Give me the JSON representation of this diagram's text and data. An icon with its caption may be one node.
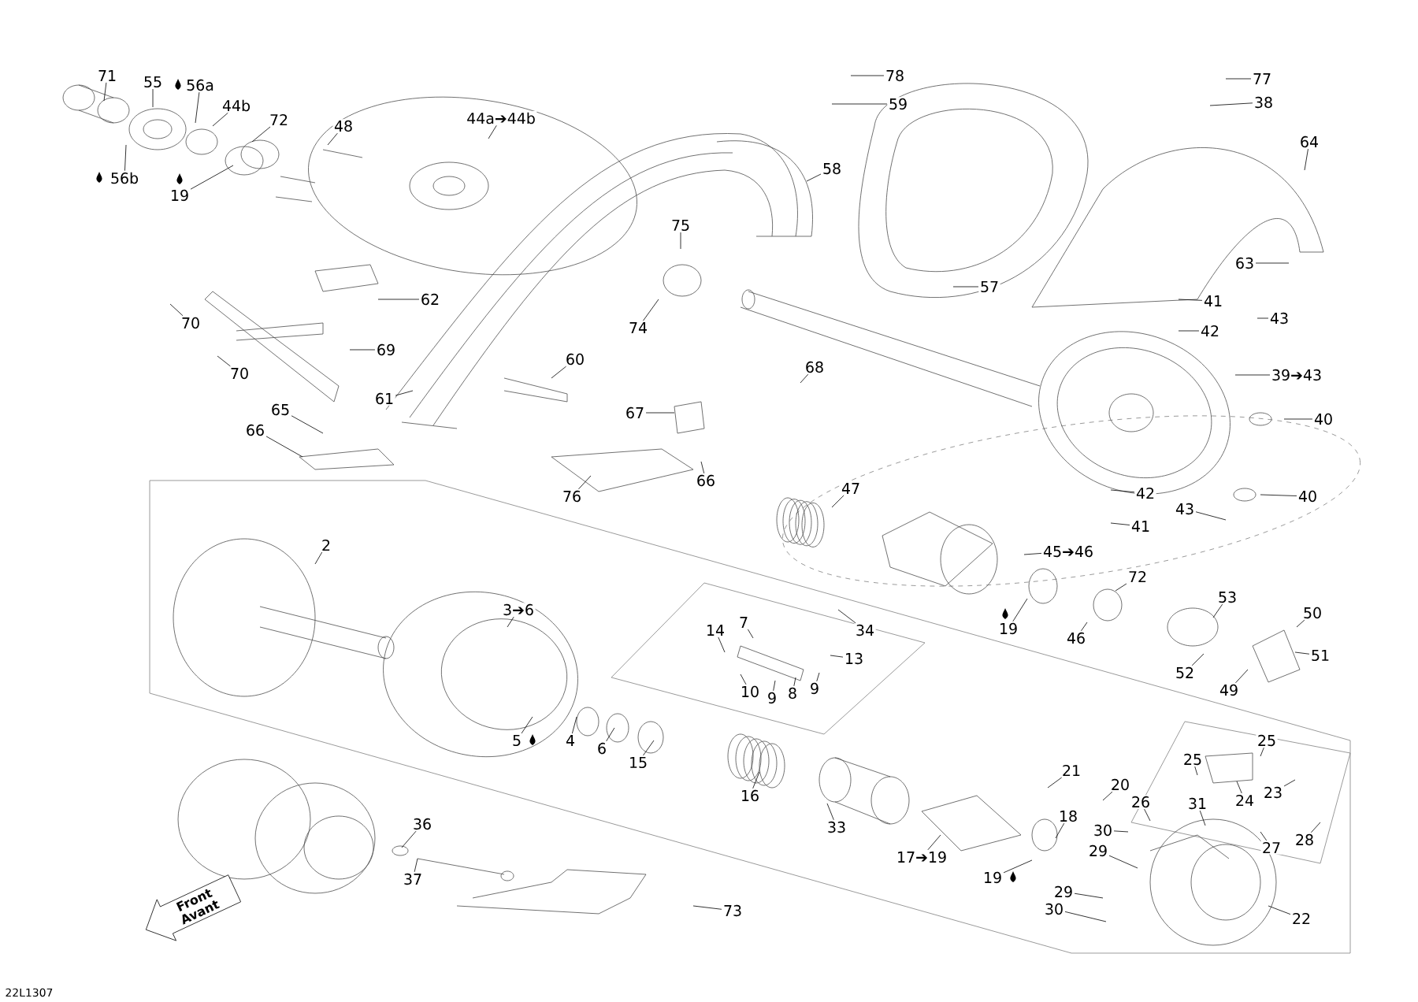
{
  "diagram": {
    "nodes": [
      {
        "text": [
          "71"
        ]
      },
      {
        "text": [
          "55"
        ]
      },
      {
        "text": [
          "56a"
        ]
      },
      {
        "text": [
          "44b"
        ]
      },
      {
        "text": [
          "72"
        ]
      },
      {
        "text": [
          "48"
        ]
      },
      {
        "text": [
          "44a➔44b"
        ]
      },
      {
        "text": [
          "78"
        ]
      },
      {
        "text": [
          "77"
        ]
      },
      {
        "text": [
          "59"
        ]
      },
      {
        "text": [
          "38"
        ]
      },
      {
        "text": [
          "64"
        ]
      },
      {
        "text": [
          "58"
        ]
      },
      {
        "text": [
          "56b"
        ]
      },
      {
        "text": [
          "19"
        ]
      },
      {
        "text": [
          "75"
        ]
      },
      {
        "text": [
          "63"
        ]
      },
      {
        "text": [
          "57"
        ]
      },
      {
        "text": [
          "62"
        ]
      },
      {
        "text": [
          "41"
        ]
      },
      {
        "text": [
          "43"
        ]
      },
      {
        "text": [
          "70"
        ]
      },
      {
        "text": [
          "74"
        ]
      },
      {
        "text": [
          "42"
        ]
      },
      {
        "text": [
          "69"
        ]
      },
      {
        "text": [
          "60"
        ]
      },
      {
        "text": [
          "68"
        ]
      },
      {
        "text": [
          "70"
        ]
      },
      {
        "text": [
          "39➔43"
        ]
      },
      {
        "text": [
          "61"
        ]
      },
      {
        "text": [
          "65"
        ]
      },
      {
        "text": [
          "67"
        ]
      },
      {
        "text": [
          "40"
        ]
      },
      {
        "text": [
          "66"
        ]
      },
      {
        "text": [
          "66"
        ]
      },
      {
        "text": [
          "47"
        ]
      },
      {
        "text": [
          "40"
        ]
      },
      {
        "text": [
          "76"
        ]
      },
      {
        "text": [
          "42"
        ]
      },
      {
        "text": [
          "43"
        ]
      },
      {
        "text": [
          "41"
        ]
      },
      {
        "text": [
          "2"
        ]
      },
      {
        "text": [
          "45➔46"
        ]
      },
      {
        "text": [
          "72"
        ]
      },
      {
        "text": [
          "3➔6"
        ]
      },
      {
        "text": [
          "50"
        ]
      },
      {
        "text": [
          "53"
        ]
      },
      {
        "text": [
          "7"
        ]
      },
      {
        "text": [
          "19"
        ]
      },
      {
        "text": [
          "14"
        ]
      },
      {
        "text": [
          "34"
        ]
      },
      {
        "text": [
          "46"
        ]
      },
      {
        "text": [
          "13"
        ]
      },
      {
        "text": [
          "51"
        ]
      },
      {
        "text": [
          "52"
        ]
      },
      {
        "text": [
          "49"
        ]
      },
      {
        "text": [
          "10"
        ]
      },
      {
        "text": [
          "9"
        ]
      },
      {
        "text": [
          "8"
        ]
      },
      {
        "text": [
          "9"
        ]
      },
      {
        "text": [
          "5"
        ]
      },
      {
        "text": [
          "4"
        ]
      },
      {
        "text": [
          "6"
        ]
      },
      {
        "text": [
          "15"
        ]
      },
      {
        "text": [
          "25"
        ]
      },
      {
        "text": [
          "25"
        ]
      },
      {
        "text": [
          "21"
        ]
      },
      {
        "text": [
          "20"
        ]
      },
      {
        "text": [
          "23"
        ]
      },
      {
        "text": [
          "16"
        ]
      },
      {
        "text": [
          "24"
        ]
      },
      {
        "text": [
          "26"
        ]
      },
      {
        "text": [
          "31"
        ]
      },
      {
        "text": [
          "18"
        ]
      },
      {
        "text": [
          "36"
        ]
      },
      {
        "text": [
          "33"
        ]
      },
      {
        "text": [
          "30"
        ]
      },
      {
        "text": [
          "28"
        ]
      },
      {
        "text": [
          "29"
        ]
      },
      {
        "text": [
          "27"
        ]
      },
      {
        "text": [
          "17➔19"
        ]
      },
      {
        "text": [
          "19"
        ]
      },
      {
        "text": [
          "37"
        ]
      },
      {
        "text": [
          "29"
        ]
      },
      {
        "text": [
          "30"
        ]
      },
      {
        "text": [
          "73"
        ]
      },
      {
        "text": [
          "22"
        ]
      },
      {
        "text": [
          "Front Avant"
        ]
      }
    ],
    "edges": [
      {
        "from": 0,
        "to": null,
        "arrow": "none"
      },
      {
        "from": 1,
        "to": null,
        "arrow": "none"
      },
      {
        "from": 2,
        "to": null,
        "arrow": "none"
      },
      {
        "from": 3,
        "to": null,
        "arrow": "none"
      },
      {
        "from": 4,
        "to": null,
        "arrow": "none"
      },
      {
        "from": 5,
        "to": null,
        "arrow": "none"
      },
      {
        "from": 6,
        "to": null,
        "arrow": "none"
      },
      {
        "from": 7,
        "to": null,
        "arrow": "none"
      },
      {
        "from": 8,
        "to": null,
        "arrow": "none"
      },
      {
        "from": 9,
        "to": null,
        "arrow": "none"
      },
      {
        "from": 10,
        "to": null,
        "arrow": "none"
      },
      {
        "from": 11,
        "to": null,
        "arrow": "none"
      },
      {
        "from": 12,
        "to": null,
        "arrow": "none"
      },
      {
        "from": 13,
        "to": null,
        "arrow": "none"
      },
      {
        "from": 14,
        "to": null,
        "arrow": "none"
      },
      {
        "from": 15,
        "to": null,
        "arrow": "none"
      },
      {
        "from": 16,
        "to": null,
        "arrow": "none"
      },
      {
        "from": 17,
        "to": null,
        "arrow": "none"
      },
      {
        "from": 18,
        "to": null,
        "arrow": "none"
      },
      {
        "from": 19,
        "to": null,
        "arrow": "none"
      },
      {
        "from": 20,
        "to": null,
        "arrow": "none"
      },
      {
        "from": 21,
        "to": null,
        "arrow": "none"
      },
      {
        "from": 22,
        "to": null,
        "arrow": "none"
      },
      {
        "from": 23,
        "to": null,
        "arrow": "none"
      },
      {
        "from": 24,
        "to": null,
        "arrow": "none"
      },
      {
        "from": 25,
        "to": null,
        "arrow": "none"
      },
      {
        "from": 26,
        "to": null,
        "arrow": "none"
      },
      {
        "from": 27,
        "to": null,
        "arrow": "none"
      },
      {
        "from": 28,
        "to": null,
        "arrow": "none"
      },
      {
        "from": 29,
        "to": null,
        "arrow": "none"
      },
      {
        "from": 30,
        "to": null,
        "arrow": "none"
      },
      {
        "from": 31,
        "to": null,
        "arrow": "none"
      },
      {
        "from": 32,
        "to": null,
        "arrow": "none"
      },
      {
        "from": 33,
        "to": null,
        "arrow": "none"
      },
      {
        "from": 34,
        "to": null,
        "arrow": "none"
      },
      {
        "from": 35,
        "to": null,
        "arrow": "none"
      },
      {
        "from": 36,
        "to": null,
        "arrow": "none"
      },
      {
        "from": 37,
        "to": null,
        "arrow": "none"
      },
      {
        "from": 38,
        "to": null,
        "arrow": "none"
      },
      {
        "from": 39,
        "to": null,
        "arrow": "none"
      },
      {
        "from": 40,
        "to": null,
        "arrow": "none"
      },
      {
        "from": 41,
        "to": null,
        "arrow": "none"
      },
      {
        "from": 42,
        "to": null,
        "arrow": "none"
      },
      {
        "from": 43,
        "to": null,
        "arrow": "none"
      },
      {
        "from": 44,
        "to": null,
        "arrow": "none"
      },
      {
        "from": 45,
        "to": null,
        "arrow": "none"
      },
      {
        "from": 46,
        "to": null,
        "arrow": "none"
      },
      {
        "from": 47,
        "to": null,
        "arrow": "none"
      },
      {
        "from": 48,
        "to": null,
        "arrow": "none"
      },
      {
        "from": 49,
        "to": null,
        "arrow": "none"
      },
      {
        "from": 50,
        "to": null,
        "arrow": "none"
      },
      {
        "from": 51,
        "to": null,
        "arrow": "none"
      },
      {
        "from": 52,
        "to": null,
        "arrow": "none"
      },
      {
        "from": 53,
        "to": null,
        "arrow": "none"
      },
      {
        "from": 54,
        "to": null,
        "arrow": "none"
      },
      {
        "from": 55,
        "to": null,
        "arrow": "none"
      },
      {
        "from": 56,
        "to": null,
        "arrow": "none"
      },
      {
        "from": 57,
        "to": null,
        "arrow": "none"
      },
      {
        "from": 58,
        "to": null,
        "arrow": "none"
      },
      {
        "from": 59,
        "to": null,
        "arrow": "none"
      },
      {
        "from": 60,
        "to": null,
        "arrow": "none"
      },
      {
        "from": 61,
        "to": null,
        "arrow": "none"
      },
      {
        "from": 62,
        "to": null,
        "arrow": "none"
      },
      {
        "from": 63,
        "to": null,
        "arrow": "none"
      },
      {
        "from": 64,
        "to": null,
        "arrow": "none"
      },
      {
        "from": 65,
        "to": null,
        "arrow": "none"
      },
      {
        "from": 66,
        "to": null,
        "arrow": "none"
      },
      {
        "from": 67,
        "to": null,
        "arrow": "none"
      },
      {
        "from": 68,
        "to": null,
        "arrow": "none"
      },
      {
        "from": 69,
        "to": null,
        "arrow": "none"
      },
      {
        "from": 70,
        "to": null,
        "arrow": "none"
      },
      {
        "from": 71,
        "to": null,
        "arrow": "none"
      },
      {
        "from": 72,
        "to": null,
        "arrow": "none"
      },
      {
        "from": 73,
        "to": null,
        "arrow": "none"
      },
      {
        "from": 74,
        "to": null,
        "arrow": "none"
      },
      {
        "from": 75,
        "to": null,
        "arrow": "none"
      },
      {
        "from": 76,
        "to": null,
        "arrow": "none"
      },
      {
        "from": 77,
        "to": null,
        "arrow": "none"
      },
      {
        "from": 78,
        "to": null,
        "arrow": "none"
      },
      {
        "from": 79,
        "to": null,
        "arrow": "none"
      },
      {
        "from": 80,
        "to": null,
        "arrow": "none"
      },
      {
        "from": 81,
        "to": null,
        "arrow": "none"
      },
      {
        "from": 82,
        "to": null,
        "arrow": "none"
      },
      {
        "from": 83,
        "to": null,
        "arrow": "none"
      },
      {
        "from": 84,
        "to": null,
        "arrow": "none"
      },
      {
        "from": 85,
        "to": null,
        "arrow": "none"
      },
      {
        "from": 86,
        "to": null,
        "arrow": "none"
      }
    ],
    "labels": [
      "22L1307"
    ]
  }
}
